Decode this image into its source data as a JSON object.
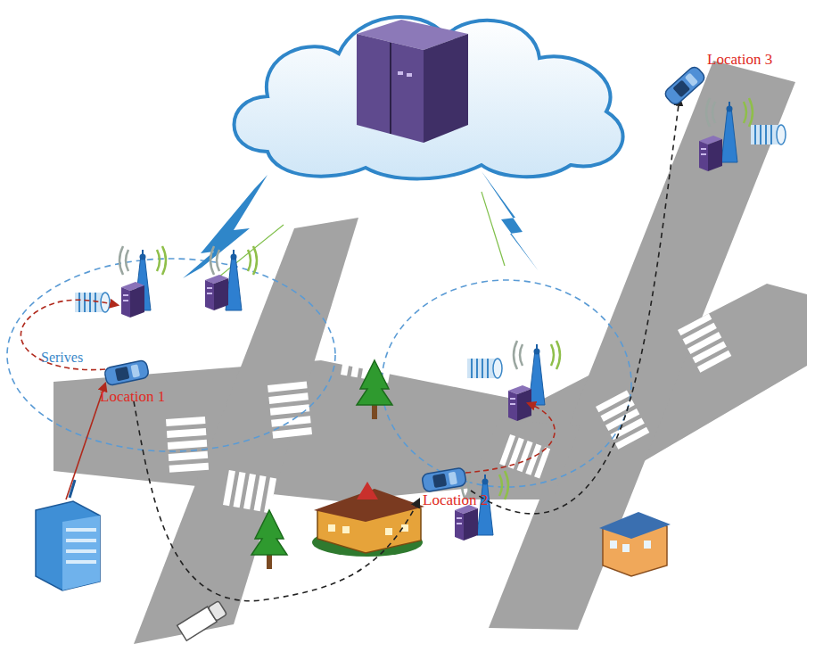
{
  "diagram": {
    "labels": [
      "Serives",
      "Location 1",
      "Location 2",
      "Location 3"
    ]
  }
}
